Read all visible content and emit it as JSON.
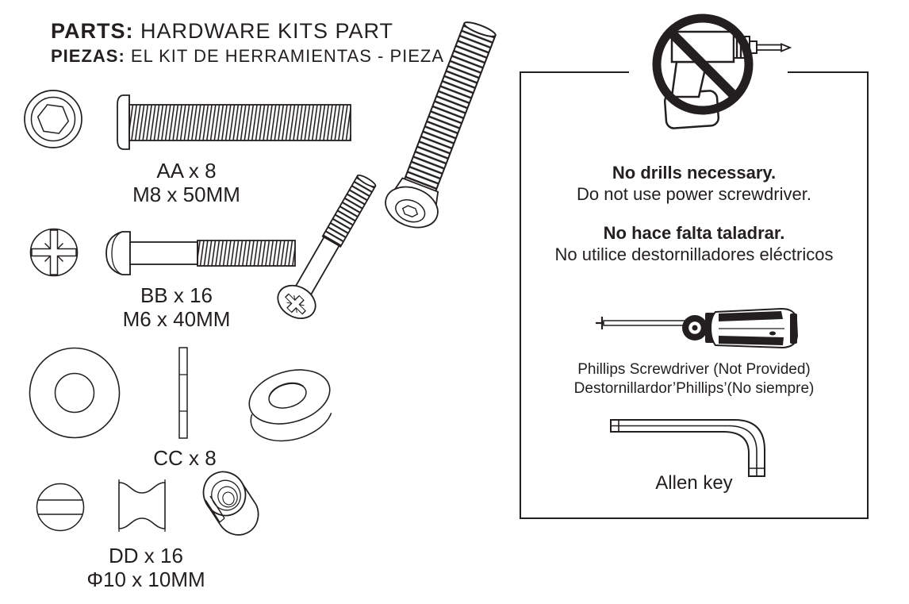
{
  "page": {
    "background": "#ffffff",
    "ink_color": "#231f20"
  },
  "header": {
    "parts_prefix": "PARTS:",
    "parts_title": "HARDWARE KITS PART",
    "piezas_prefix": "PIEZAS:",
    "piezas_title": "EL KIT DE HERRAMIENTAS - PIEZA"
  },
  "parts": [
    {
      "code": "AA",
      "qty_label": "AA x 8",
      "size_label": "M8 x 50MM"
    },
    {
      "code": "BB",
      "qty_label": "BB x 16",
      "size_label": "M6 x 40MM"
    },
    {
      "code": "CC",
      "qty_label": "CC x 8",
      "size_label": ""
    },
    {
      "code": "DD",
      "qty_label": "DD x 16",
      "size_label": "Φ10 x 10MM"
    }
  ],
  "notice_box": {
    "no_drill_en_bold": "No drills necessary.",
    "no_drill_en": "Do not use power screwdriver.",
    "no_drill_es_bold": "No hace falta taladrar.",
    "no_drill_es": "No utilice destornilladores eléctricos",
    "screwdriver_en": "Phillips Screwdriver (Not Provided)",
    "screwdriver_es": "Destornillardor’Phillips’(No siempre)",
    "allen_key_label": "Allen key"
  },
  "illustrations": {
    "no_power_drill": "no-power-drill-icon",
    "aa_front": "hex-socket-head-front-icon",
    "aa_side": "aa-bolt-side-icon",
    "aa_3d": "aa-bolt-3d-icon",
    "bb_front": "phillips-head-front-icon",
    "bb_side": "bb-bolt-side-icon",
    "bb_3d": "bb-bolt-3d-icon",
    "cc_front": "washer-front-icon",
    "cc_side": "washer-side-icon",
    "cc_3d": "washer-3d-icon",
    "dd_front": "barrel-nut-front-icon",
    "dd_side": "barrel-nut-side-icon",
    "dd_3d": "barrel-nut-3d-icon",
    "screwdriver": "phillips-screwdriver-illustration",
    "allen_key": "allen-key-illustration"
  }
}
